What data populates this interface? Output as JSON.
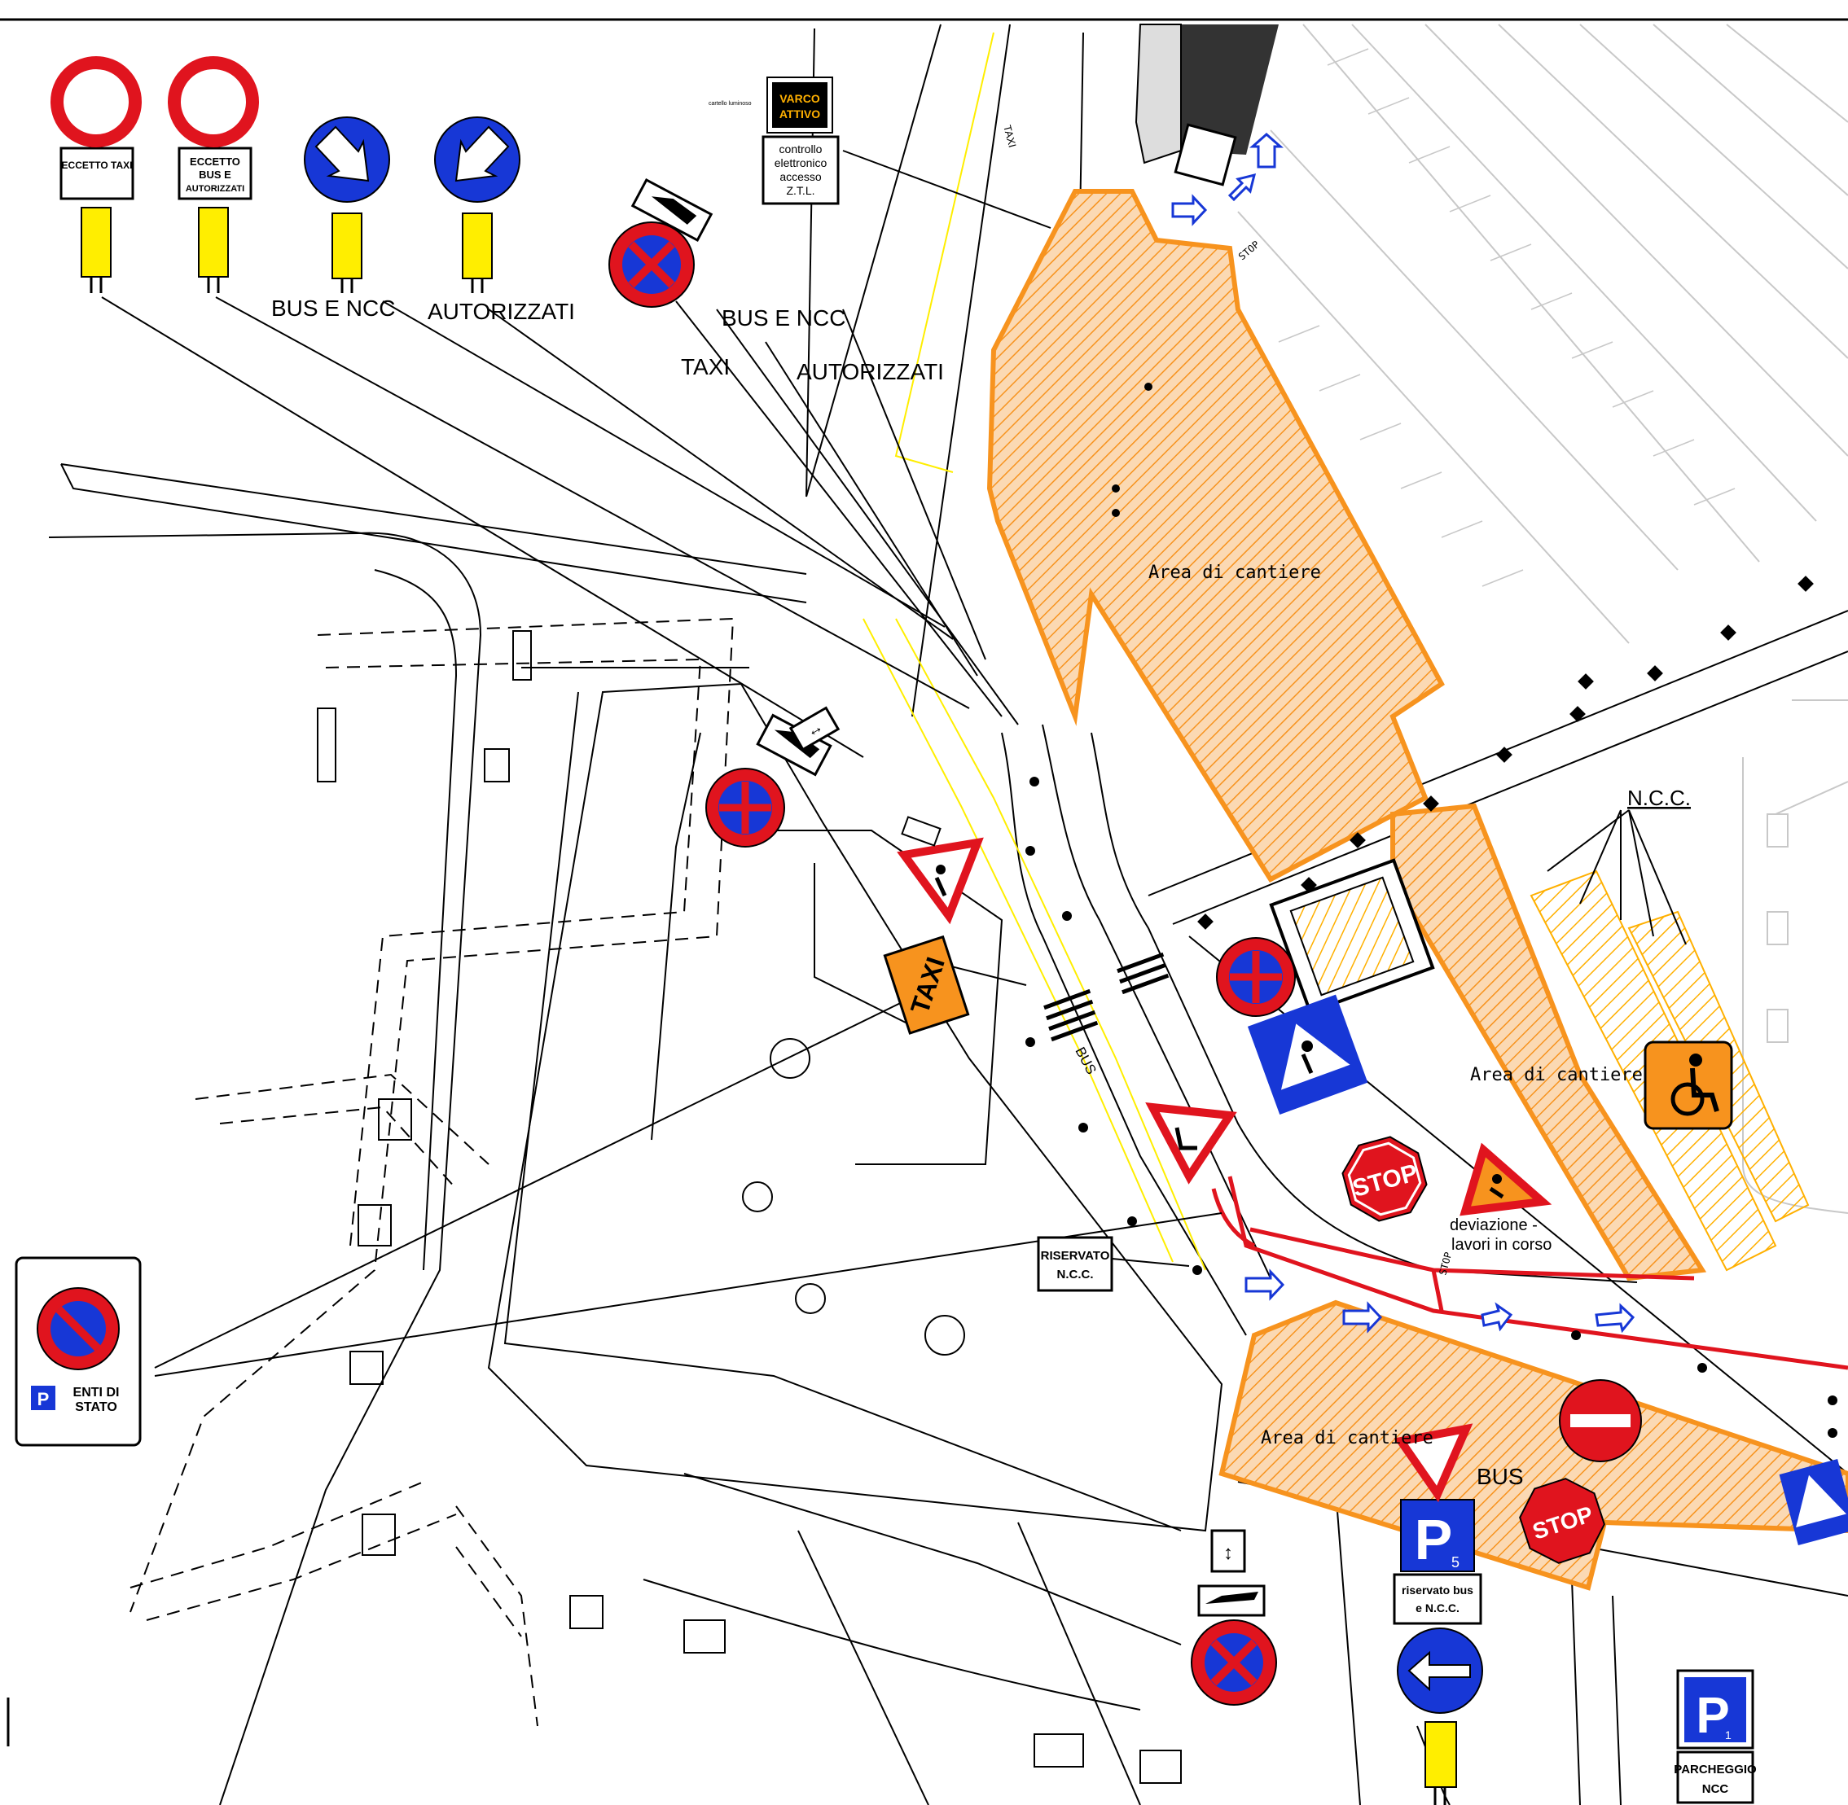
{
  "signs": {
    "eccetto_taxi": "ECCETTO TAXI",
    "eccetto_bus_l1": "ECCETTO",
    "eccetto_bus_l2": "BUS E",
    "eccetto_bus_l3": "AUTORIZZATI",
    "cartello_luminoso": "cartello luminoso",
    "varco_l1": "VARCO",
    "varco_l2": "ATTIVO",
    "ztl_l1": "controllo",
    "ztl_l2": "elettronico",
    "ztl_l3": "accesso",
    "ztl_l4": "Z.T.L.",
    "taxi_panel": "TAXI",
    "riservato_l1": "RISERVATO",
    "riservato_l2": "N.C.C.",
    "enti_l1": "ENTI DI",
    "enti_l2": "STATO",
    "p_letter": "P",
    "p5_num": "5",
    "riservato_bus_l1": "riservato bus",
    "riservato_bus_l2": "e N.C.C.",
    "p1_num": "1",
    "parcheggio_l1": "PARCHEGGIO",
    "parcheggio_l2": "NCC",
    "stop": "STOP"
  },
  "labels": {
    "bus_e_ncc_1": "BUS E NCC",
    "autorizzati_1": "AUTORIZZATI",
    "bus_e_ncc_2": "BUS E NCC",
    "taxi": "TAXI",
    "autorizzati_2": "AUTORIZZATI",
    "ncc": "N.C.C.",
    "area_1": "Area di cantiere",
    "area_2": "Area di cantiere",
    "area_3": "Area di cantiere",
    "deviazione_l1": "deviazione -",
    "deviazione_l2": "lavori in corso",
    "bus": "BUS",
    "lane_taxi": "TAXI",
    "lane_bus": "BUS"
  },
  "colors": {
    "orange": "#f7931e",
    "blue": "#1737d6",
    "red": "#e0141e",
    "yellow": "#ffee00"
  }
}
